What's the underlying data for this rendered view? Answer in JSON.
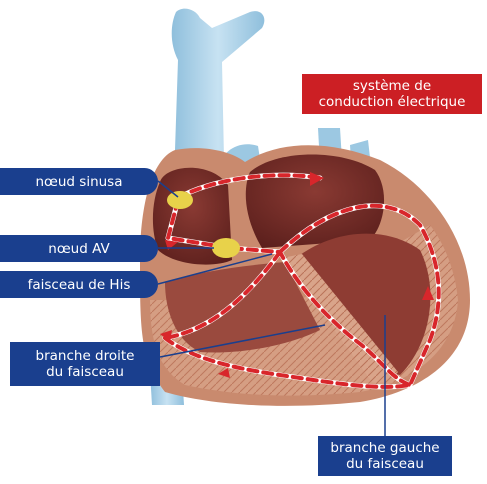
{
  "diagram": {
    "title_label": "système de\nconduction électrique",
    "labels": {
      "sa_node": "nœud sinusa",
      "av_node": "nœud AV",
      "his_bundle": "faisceau de His",
      "right_branch": "branche droite\ndu faisceau",
      "left_branch": "branche gauche\ndu faisceau"
    },
    "colors": {
      "label_blue": "#1a3f8e",
      "label_red": "#cc1f24",
      "conduction_path": "#d8262b",
      "node_yellow": "#e8d24a",
      "vessel_blue": "#a9cfe6",
      "muscle": "#c98a6e"
    }
  }
}
